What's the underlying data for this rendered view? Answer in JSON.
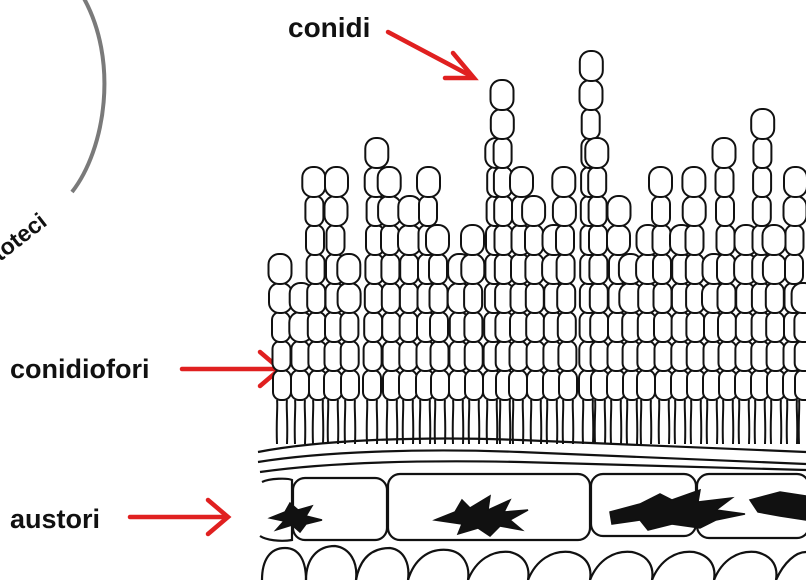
{
  "labels": {
    "conidi": "conidi",
    "conidiofori": "conidiofori",
    "austori": "austori",
    "cleistoteci_fragment": "toteci"
  },
  "colors": {
    "arrow": "#e02020",
    "ink": "#111111",
    "circle": "#7a7a7a"
  }
}
